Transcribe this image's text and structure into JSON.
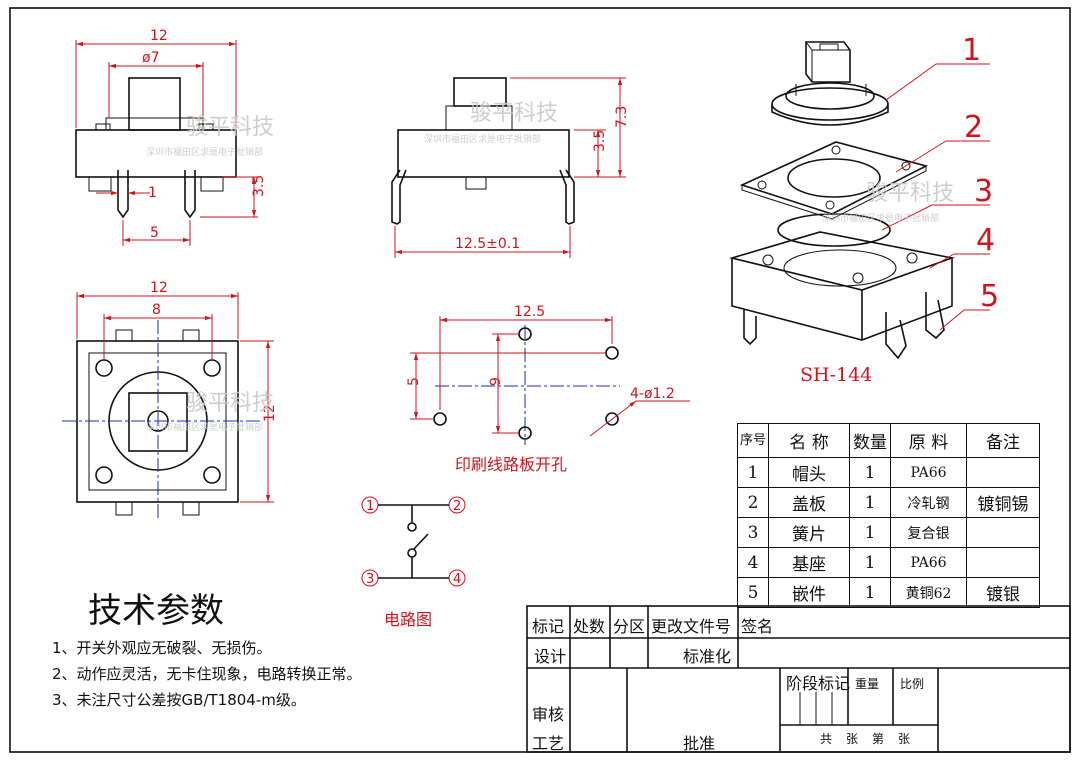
{
  "views": {
    "front": {
      "width": "12",
      "cap_dia": "ø7",
      "pin_gap": "1",
      "pin_pitch": "5",
      "pin_len": "3.5"
    },
    "side": {
      "body_h": "3.5",
      "total_h": "7.3",
      "width": "12.5±0.1"
    },
    "top": {
      "width": "12",
      "inner": "8",
      "height": "12"
    },
    "pcb": {
      "pitch_x": "12.5",
      "pitch_y_a": "5",
      "pitch_y_b": "9",
      "hole": "4-ø1.2",
      "caption": "印刷线路板开孔"
    }
  },
  "watermark": {
    "brand": "骏平科技",
    "sub": "深圳市福田区求是电子批销部"
  },
  "exploded": {
    "callouts": [
      "1",
      "2",
      "3",
      "4",
      "5"
    ],
    "model": "SH-144"
  },
  "circuit": {
    "terminals": [
      "1",
      "2",
      "3",
      "4"
    ],
    "caption": "电路图"
  },
  "bom": {
    "headers": {
      "no": "序号",
      "name": "名 称",
      "qty": "数量",
      "material": "原 料",
      "note": "备注"
    },
    "rows": [
      {
        "no": "1",
        "name": "帽头",
        "qty": "1",
        "material": "PA66",
        "note": ""
      },
      {
        "no": "2",
        "name": "盖板",
        "qty": "1",
        "material": "冷轧钢",
        "note": "镀铜锡"
      },
      {
        "no": "3",
        "name": "簧片",
        "qty": "1",
        "material": "复合银",
        "note": ""
      },
      {
        "no": "4",
        "name": "基座",
        "qty": "1",
        "material": "PA66",
        "note": ""
      },
      {
        "no": "5",
        "name": "嵌件",
        "qty": "1",
        "material": "黄铜62",
        "note": "镀银"
      }
    ]
  },
  "tech": {
    "title": "技术参数",
    "items": [
      "1、开关外观应无破裂、无损伤。",
      "2、动作应灵活，无卡住现象，电路转换正常。",
      "3、未注尺寸公差按GB/T1804-m级。"
    ]
  },
  "title_block": {
    "mark": "标记",
    "count": "处数",
    "zone": "分区",
    "change_doc": "更改文件号",
    "sign": "签名",
    "design": "设计",
    "standard": "标准化",
    "stage_mark": "阶段标记",
    "weight": "重量",
    "scale": "比例",
    "review": "审核",
    "process": "工艺",
    "approve": "批准",
    "total": "共",
    "sheet_unit": "张",
    "sheet_no": "第",
    "sheet_unit2": "张"
  }
}
